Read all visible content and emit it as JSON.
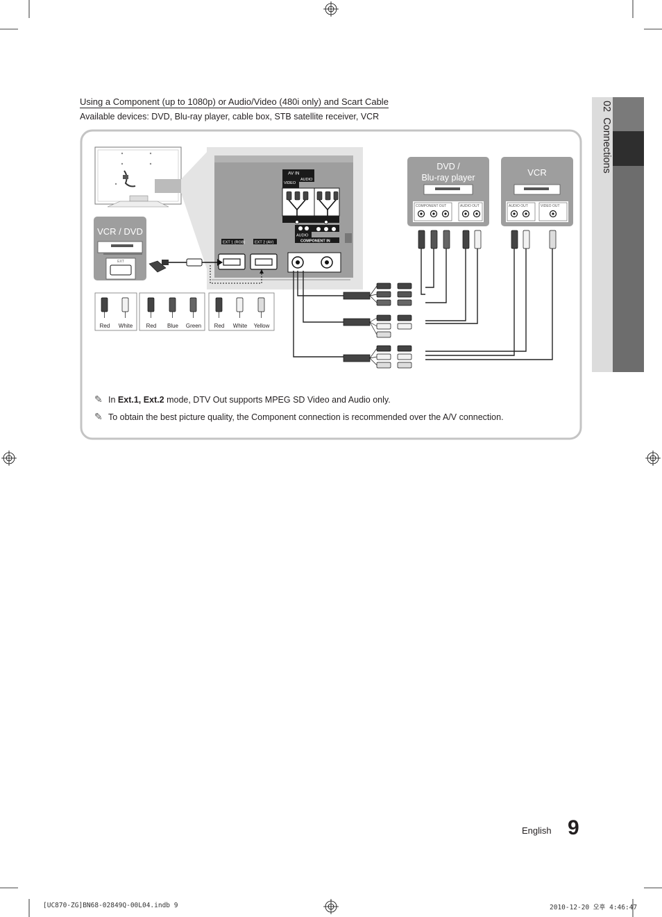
{
  "section": {
    "heading": "Using a Component (up to 1080p) or Audio/Video (480i only) and Scart Cable",
    "available_devices": "Available devices: DVD, Blu-ray player, cable box, STB satellite receiver, VCR"
  },
  "side_tab": {
    "chapter_number": "02",
    "chapter_title": "Connections"
  },
  "diagram": {
    "device_vcr_dvd": "VCR / DVD",
    "device_dvd_line1": "DVD /",
    "device_dvd_line2": "Blu-ray player",
    "device_vcr": "VCR",
    "scart_port_label": "EXT",
    "tv_panel": {
      "av_in": "AV IN",
      "video": "VIDEO",
      "audio": "AUDIO",
      "audio_bottom": "AUDIO",
      "component_in": "COMPONENT IN",
      "ext1": "EXT 1 (RGB)",
      "ext2": "EXT 2 (AV)"
    },
    "dvd_ports": {
      "component_out": "COMPONENT OUT",
      "audio_out": "AUDIO OUT"
    },
    "vcr_ports": {
      "audio_out": "AUDIO OUT",
      "video_out": "VIDEO OUT"
    },
    "legend": [
      {
        "group": "audio",
        "plugs": [
          {
            "label": "Red",
            "color": "#444444"
          },
          {
            "label": "White",
            "color": "#f2f2f2"
          }
        ]
      },
      {
        "group": "component",
        "plugs": [
          {
            "label": "Red",
            "color": "#444444"
          },
          {
            "label": "Blue",
            "color": "#555555"
          },
          {
            "label": "Green",
            "color": "#666666"
          }
        ]
      },
      {
        "group": "av",
        "plugs": [
          {
            "label": "Red",
            "color": "#444444"
          },
          {
            "label": "White",
            "color": "#f2f2f2"
          },
          {
            "label": "Yellow",
            "color": "#dddddd"
          }
        ]
      }
    ]
  },
  "notes": [
    {
      "prefix": "In ",
      "bold": "Ext.1, Ext.2",
      "suffix": " mode, DTV Out supports MPEG SD Video and Audio only."
    },
    {
      "prefix": "To obtain the best picture quality, the Component connection is recommended over the A/V connection.",
      "bold": "",
      "suffix": ""
    }
  ],
  "footer": {
    "language": "English",
    "page_number": "9"
  },
  "print_info": {
    "left": "[UC870-ZG]BN68-02849Q-00L04.indb   9",
    "right": "2010-12-20   오후 4:46:47"
  },
  "colors": {
    "text": "#231f20",
    "frame": "#bfbfbf",
    "panel_gray": "#9e9e9e",
    "tab_dark": "#6d6d6d",
    "tab_light": "#dcdcdc"
  }
}
